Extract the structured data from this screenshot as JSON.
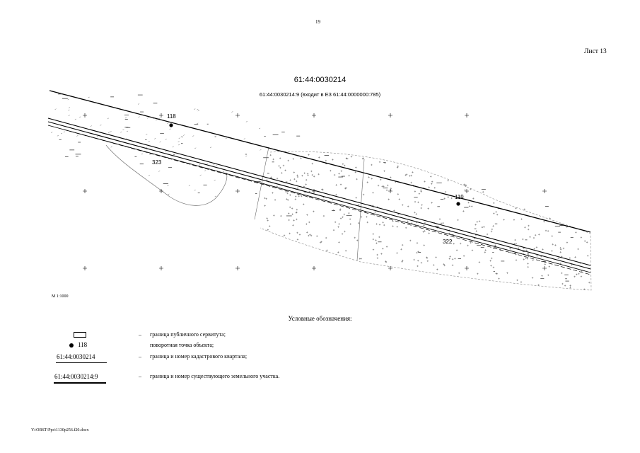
{
  "page": {
    "number": "19",
    "sheet": "Лист 13"
  },
  "map": {
    "block_title": "61:44:0030214",
    "parcel_subtitle": "61:44:0030214:9 (входит в ЕЗ 61:44:0000000:785)",
    "scale": "М 1:1000",
    "point_labels": [
      "118",
      "119"
    ],
    "area_labels": [
      "323",
      "322"
    ],
    "colors": {
      "ink": "#000000",
      "hatch": "#555555",
      "outline": "#777777"
    }
  },
  "legend": {
    "title": "Условные обозначения:",
    "dash": "–",
    "items": {
      "servitude": {
        "text": "граница публичного сервитута;"
      },
      "point": {
        "label": "118",
        "text": "поворотная точка объекта;"
      },
      "block": {
        "code": "61:44:0030214",
        "text": "граница и номер кадастрового квартала;"
      },
      "parcel": {
        "code": "61:44:0030214:9",
        "text": "граница и номер существующего земельного участка."
      }
    }
  },
  "footer": {
    "file_path": "Y:\\ORST\\Ppo\\1130p256.f20.docx"
  }
}
